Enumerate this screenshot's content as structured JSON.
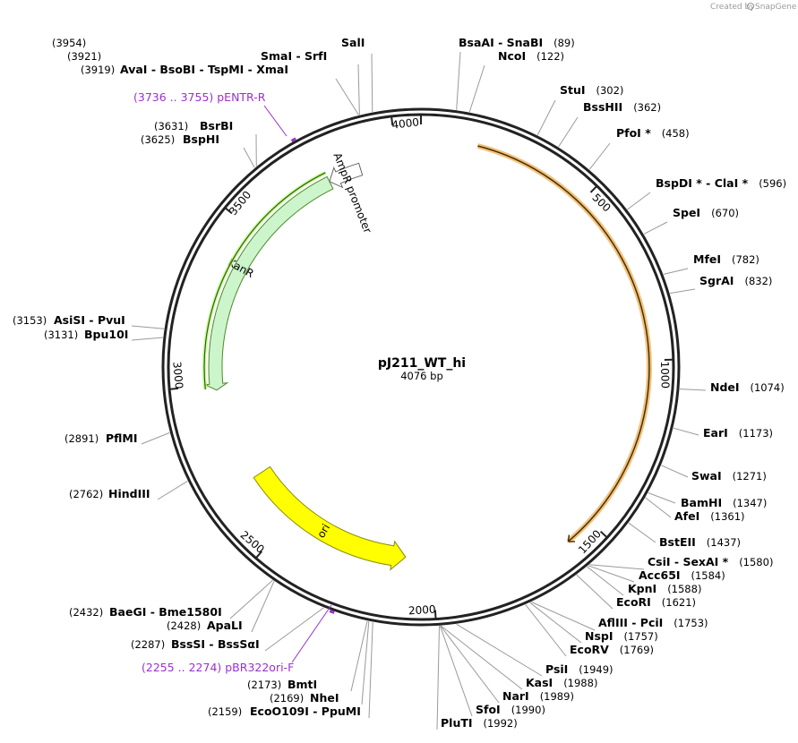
{
  "credit": {
    "prefix": "Created by",
    "brand": "SnapGene"
  },
  "plasmid": {
    "name": "pJ211_WT_hi",
    "size_label": "4076 bp",
    "length": 4076
  },
  "ticks": [
    "500",
    "1000",
    "1500",
    "2000",
    "2500",
    "3000",
    "3500",
    "4000"
  ],
  "features": [
    {
      "name": "KanR",
      "start": 2984,
      "end": 3779,
      "direction": "reverse",
      "color": "#ccf5cc",
      "border": "#4d8a28"
    },
    {
      "name": "AmpR promoter",
      "start": 3779,
      "end": 3884,
      "direction": "reverse",
      "color": "#ffffff",
      "border": "#666666"
    },
    {
      "name": "ori",
      "start": 2090,
      "end": 2678,
      "direction": "reverse",
      "color": "#ffff00",
      "border": "#8a8a00"
    },
    {
      "name": "",
      "start": 163,
      "end": 1583,
      "direction": "forward",
      "color": "#f2c27f",
      "border": "#4a3000"
    }
  ],
  "primers": [
    {
      "name": "pENTR-R",
      "range": "(3736 .. 3755)",
      "position": 3745
    },
    {
      "name": "pBR322ori-F",
      "range": "(2255 .. 2274)",
      "position": 2264
    }
  ],
  "sites": [
    {
      "label": "SalI",
      "pos": "(3954)",
      "cut": 3954
    },
    {
      "label": "SmaI - SrfI",
      "pos": "(3921)",
      "cut": 3921
    },
    {
      "label": "AvaI - BsoBI - TspMI - XmaI",
      "pos": "(3919)",
      "cut": 3919
    },
    {
      "label": "BsrBI",
      "pos": "(3631)",
      "cut": 3631
    },
    {
      "label": "BspHI",
      "pos": "(3625)",
      "cut": 3625
    },
    {
      "label": "BsaAI - SnaBI",
      "pos": "(89)",
      "cut": 89
    },
    {
      "label": "NcoI",
      "pos": "(122)",
      "cut": 122
    },
    {
      "label": "StuI",
      "pos": "(302)",
      "cut": 302
    },
    {
      "label": "BssHII",
      "pos": "(362)",
      "cut": 362
    },
    {
      "label": "PfoI *",
      "pos": "(458)",
      "cut": 458
    },
    {
      "label": "BspDI * - ClaI *",
      "pos": "(596)",
      "cut": 596
    },
    {
      "label": "SpeI",
      "pos": "(670)",
      "cut": 670
    },
    {
      "label": "MfeI",
      "pos": "(782)",
      "cut": 782
    },
    {
      "label": "SgrAI",
      "pos": "(832)",
      "cut": 832
    },
    {
      "label": "NdeI",
      "pos": "(1074)",
      "cut": 1074
    },
    {
      "label": "EarI",
      "pos": "(1173)",
      "cut": 1173
    },
    {
      "label": "SwaI",
      "pos": "(1271)",
      "cut": 1271
    },
    {
      "label": "BamHI",
      "pos": "(1347)",
      "cut": 1347
    },
    {
      "label": "AfeI",
      "pos": "(1361)",
      "cut": 1361
    },
    {
      "label": "BstEII",
      "pos": "(1437)",
      "cut": 1437
    },
    {
      "label": "CsiI - SexAI *",
      "pos": "(1580)",
      "cut": 1580
    },
    {
      "label": "Acc65I",
      "pos": "(1584)",
      "cut": 1584
    },
    {
      "label": "KpnI",
      "pos": "(1588)",
      "cut": 1588
    },
    {
      "label": "EcoRI",
      "pos": "(1621)",
      "cut": 1621
    },
    {
      "label": "AflIII - PciI",
      "pos": "(1753)",
      "cut": 1753
    },
    {
      "label": "NspI",
      "pos": "(1757)",
      "cut": 1757
    },
    {
      "label": "EcoRV",
      "pos": "(1769)",
      "cut": 1769
    },
    {
      "label": "PsiI",
      "pos": "(1949)",
      "cut": 1949
    },
    {
      "label": "KasI",
      "pos": "(1988)",
      "cut": 1988
    },
    {
      "label": "NarI",
      "pos": "(1989)",
      "cut": 1989
    },
    {
      "label": "SfoI",
      "pos": "(1990)",
      "cut": 1990
    },
    {
      "label": "PluTI",
      "pos": "(1992)",
      "cut": 1992
    },
    {
      "label": "EcoO109I - PpuMI",
      "pos": "(2159)",
      "cut": 2159
    },
    {
      "label": "NheI",
      "pos": "(2169)",
      "cut": 2169
    },
    {
      "label": "BmtI",
      "pos": "(2173)",
      "cut": 2173
    },
    {
      "label": "BssSI - BssSαI",
      "pos": "(2287)",
      "cut": 2287
    },
    {
      "label": "ApaLI",
      "pos": "(2428)",
      "cut": 2428
    },
    {
      "label": "BaeGI - Bme1580I",
      "pos": "(2432)",
      "cut": 2432
    },
    {
      "label": "HindIII",
      "pos": "(2762)",
      "cut": 2762
    },
    {
      "label": "PflMI",
      "pos": "(2891)",
      "cut": 2891
    },
    {
      "label": "Bpu10I",
      "pos": "(3131)",
      "cut": 3131
    },
    {
      "label": "AsiSI - PvuI",
      "pos": "(3153)",
      "cut": 3153
    }
  ]
}
